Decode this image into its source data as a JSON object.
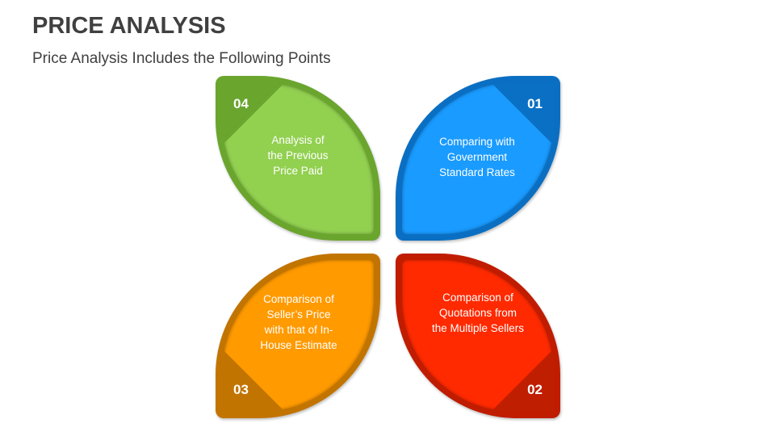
{
  "header": {
    "title": "PRICE ANALYSIS",
    "subtitle": "Price Analysis Includes the Following Points"
  },
  "colors": {
    "green_outer": "#6aa52e",
    "green_inner": "#92d050",
    "green_tri": "#6aa52e",
    "blue_outer": "#0a6fc2",
    "blue_inner": "#1a9bff",
    "blue_tri": "#0a70c4",
    "orange_outer": "#c27400",
    "orange_inner": "#ff9a00",
    "orange_tri": "#c27400",
    "red_outer": "#c01c00",
    "red_inner": "#ff2a00",
    "red_tri": "#bf1f00",
    "text": "#404040"
  },
  "points": [
    {
      "number": "01",
      "text": "Comparing with\nGovernment\nStandard Rates",
      "position": "top-right",
      "color": "blue"
    },
    {
      "number": "02",
      "text": "Comparison of\nQuotations from\nthe Multiple Sellers",
      "position": "bottom-right",
      "color": "red"
    },
    {
      "number": "03",
      "text": "Comparison of\nSeller’s Price\nwith that of In-\nHouse Estimate",
      "position": "bottom-left",
      "color": "orange"
    },
    {
      "number": "04",
      "text": "Analysis of\nthe Previous\nPrice Paid",
      "position": "top-left",
      "color": "green"
    }
  ]
}
